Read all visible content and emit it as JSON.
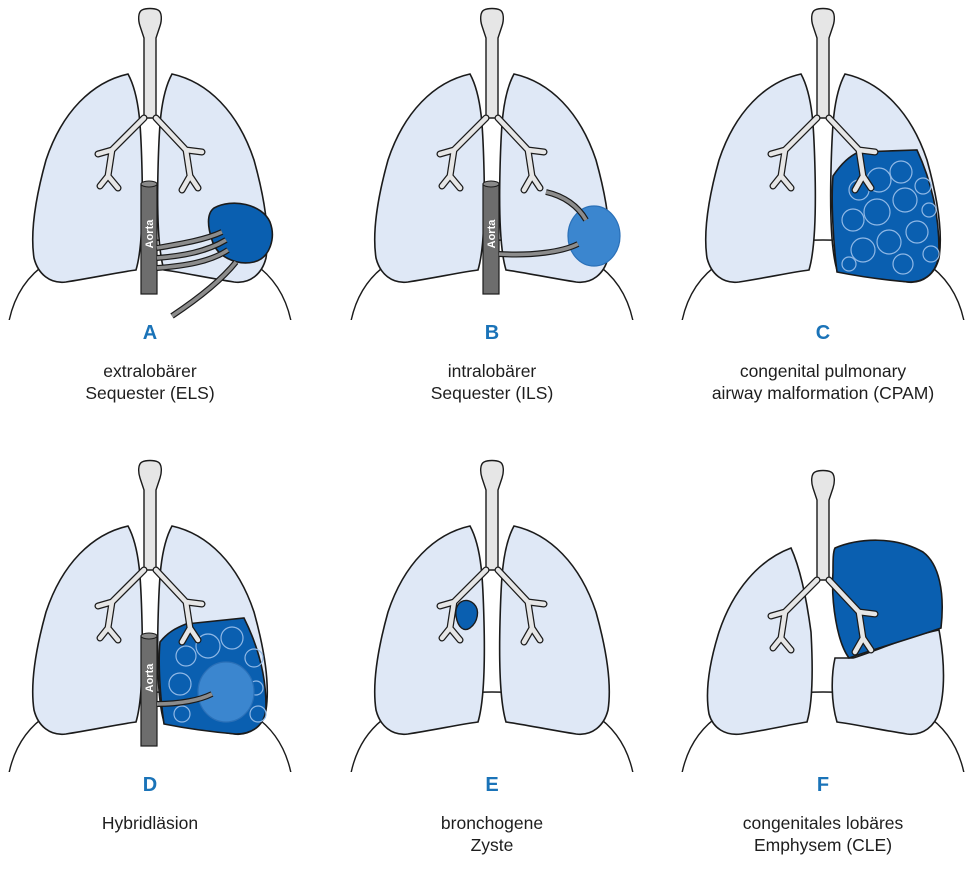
{
  "panels": [
    {
      "letter": "A",
      "line1": "extralobärer",
      "line2": "Sequester (ELS)",
      "aorta_label": "Aorta"
    },
    {
      "letter": "B",
      "line1": "intralobärer",
      "line2": "Sequester (ILS)",
      "aorta_label": "Aorta"
    },
    {
      "letter": "C",
      "line1": "congenital pulmonary",
      "line2": "airway malformation  (CPAM)"
    },
    {
      "letter": "D",
      "line1": "Hybridläsion",
      "line2": "",
      "aorta_label": "Aorta"
    },
    {
      "letter": "E",
      "line1": "bronchogene",
      "line2": "Zyste"
    },
    {
      "letter": "F",
      "line1": "congenitales lobäres",
      "line2": "Emphysem (CLE)"
    }
  ],
  "colors": {
    "lung_fill": "#dfe8f6",
    "outline": "#1b1b1b",
    "lesion_dark": "#0a5fb0",
    "lesion_light": "#3b86cf",
    "trachea": "#e6e6e6",
    "aorta": "#6d6d6d",
    "label_blue": "#1a73b8"
  }
}
